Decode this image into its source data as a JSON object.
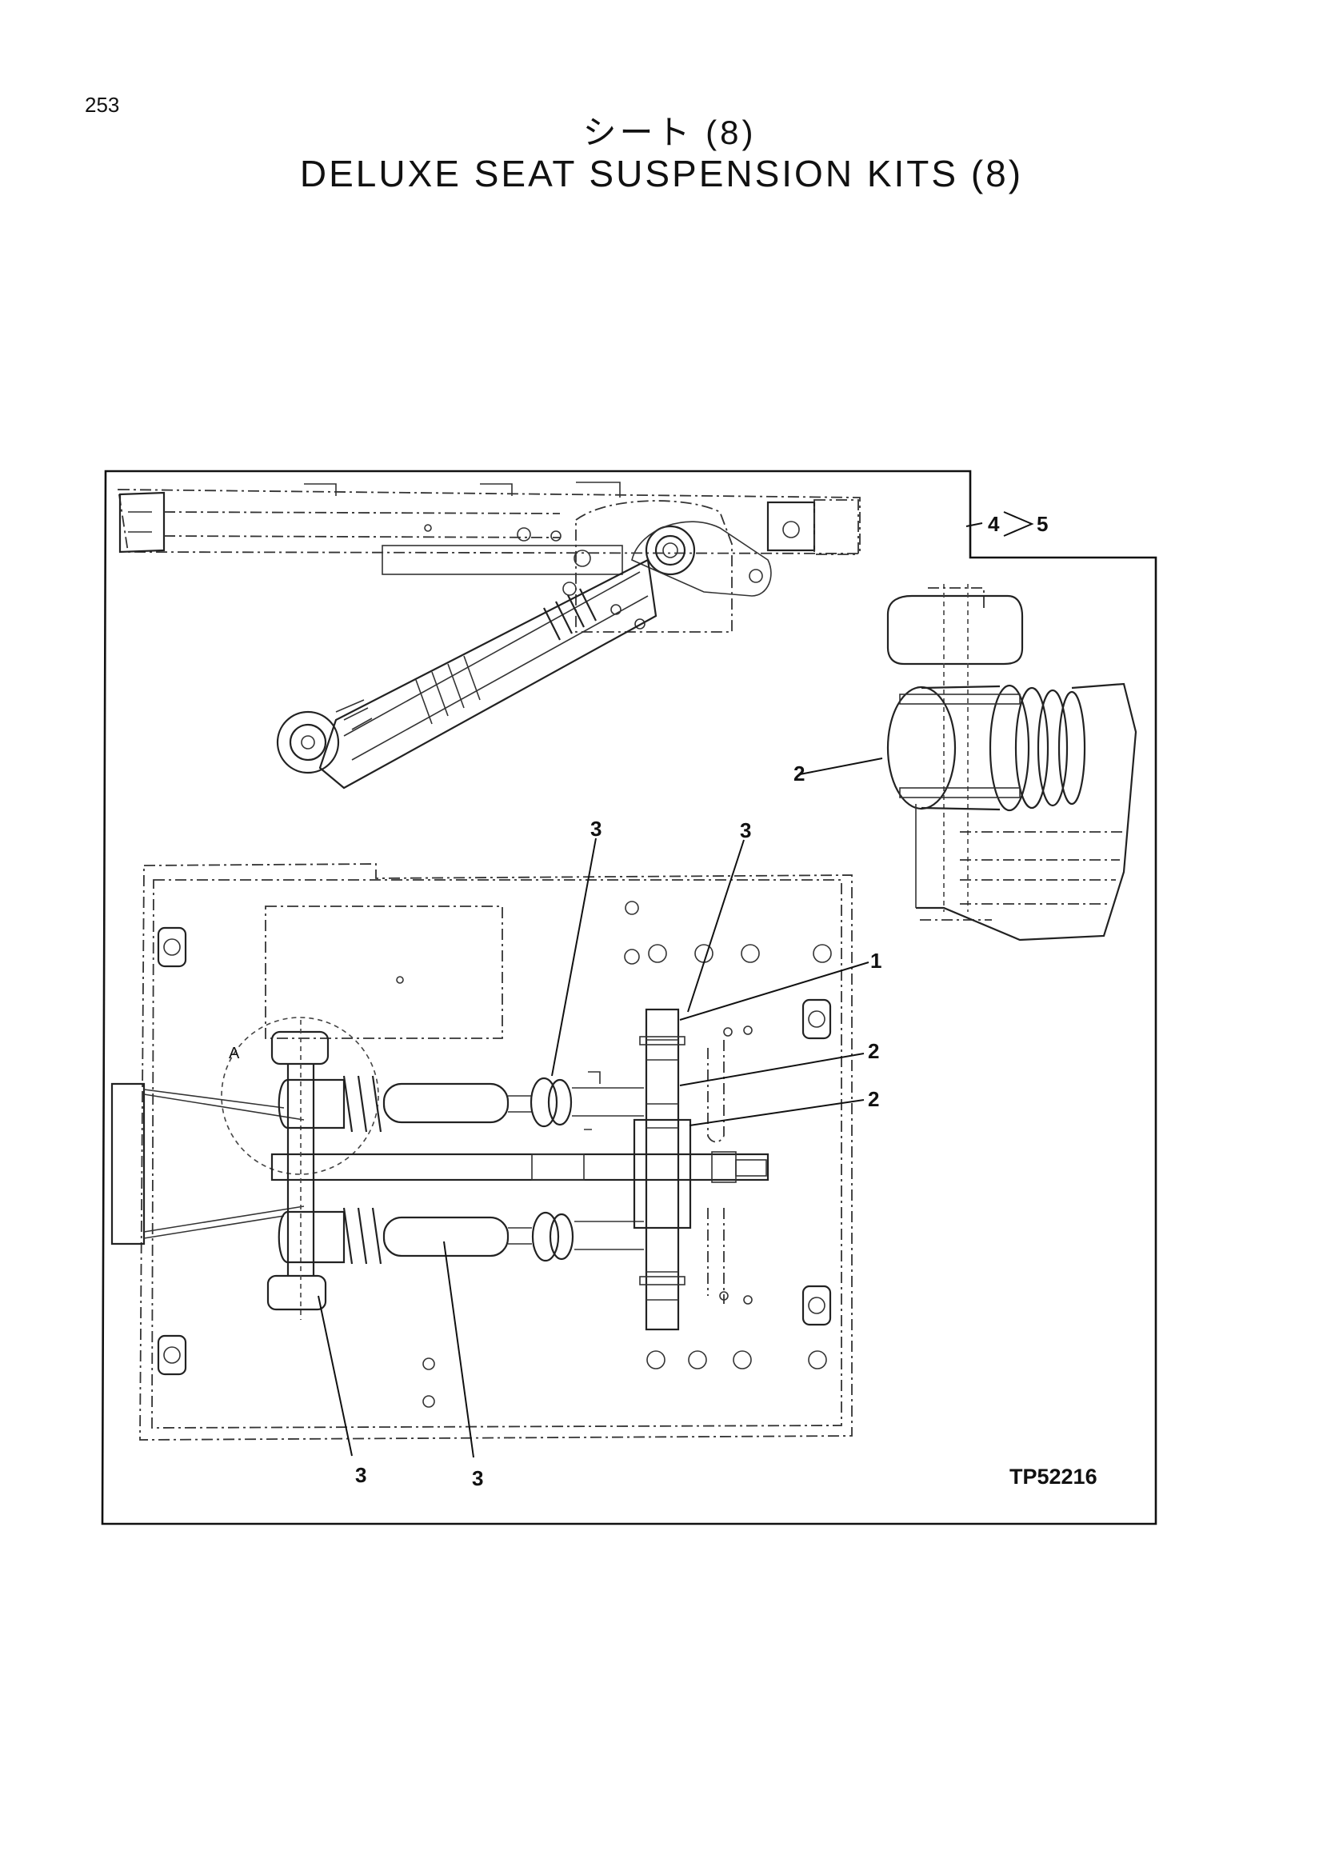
{
  "page": {
    "number": "253",
    "title_jp": "シート (8)",
    "title_en": "DELUXE SEAT SUSPENSION KITS (8)"
  },
  "diagram": {
    "drawing_code": "TP52216",
    "detail_marker": "A",
    "callouts": {
      "c1": "1",
      "c2a": "2",
      "c2b": "2",
      "c2c": "2",
      "c3a": "3",
      "c3b": "3",
      "c3c": "3",
      "c3d": "3",
      "c4": "4",
      "c5": "5"
    }
  }
}
